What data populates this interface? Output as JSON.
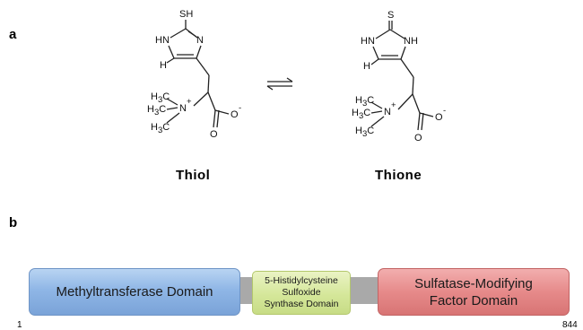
{
  "panel_a_label": "a",
  "panel_b_label": "b",
  "thiol_caption": "Thiol",
  "thione_caption": "Thione",
  "atoms": {
    "sh": "SH",
    "s": "S",
    "hn": "HN",
    "n": "N",
    "nh": "NH",
    "h": "H",
    "h3c": "H",
    "three": "3",
    "c": "C",
    "n_plus": "N",
    "plus": "+",
    "o": "O",
    "o_minus": "-"
  },
  "domains": {
    "methyltransferase": "Methyltransferase Domain",
    "histidylcysteine_line1": "5-Histidylcysteine",
    "histidylcysteine_line2": "Sulfoxide",
    "histidylcysteine_line3": "Synthase Domain",
    "sulfatase_line1": "Sulfatase-Modifying",
    "sulfatase_line2": "Factor Domain"
  },
  "positions": {
    "start": "1",
    "end": "844"
  }
}
